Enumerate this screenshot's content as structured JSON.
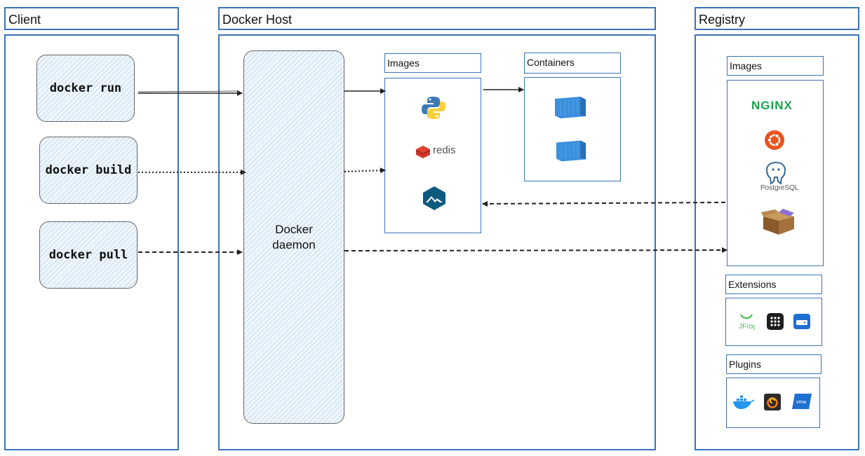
{
  "client": {
    "title": "Client",
    "commands": [
      "docker run",
      "docker build",
      "docker pull"
    ]
  },
  "host": {
    "title": "Docker Host",
    "daemon_line1": "Docker",
    "daemon_line2": "daemon",
    "images_title": "Images",
    "containers_title": "Containers",
    "redis_label": "redis"
  },
  "registry": {
    "title": "Registry",
    "images_title": "Images",
    "nginx_label": "NGINX",
    "postgres_label": "PostgreSQL",
    "extensions_title": "Extensions",
    "jfrog_label": "JFrog",
    "plugins_title": "Plugins",
    "vmw_label": "vmw"
  },
  "colors": {
    "frame": "#3b73b9",
    "hatch": "#eef6fc",
    "container": "#3b8fdc",
    "nginx": "#1aa34a",
    "ubuntu": "#e95420"
  },
  "icons": [
    "python-icon",
    "redis-icon",
    "alpine-icon",
    "container-icon",
    "nginx-icon",
    "ubuntu-icon",
    "postgresql-icon",
    "box-icon",
    "jfrog-icon",
    "grid-app-icon",
    "drive-icon",
    "docker-whale-icon",
    "grafana-icon",
    "vmware-icon"
  ]
}
